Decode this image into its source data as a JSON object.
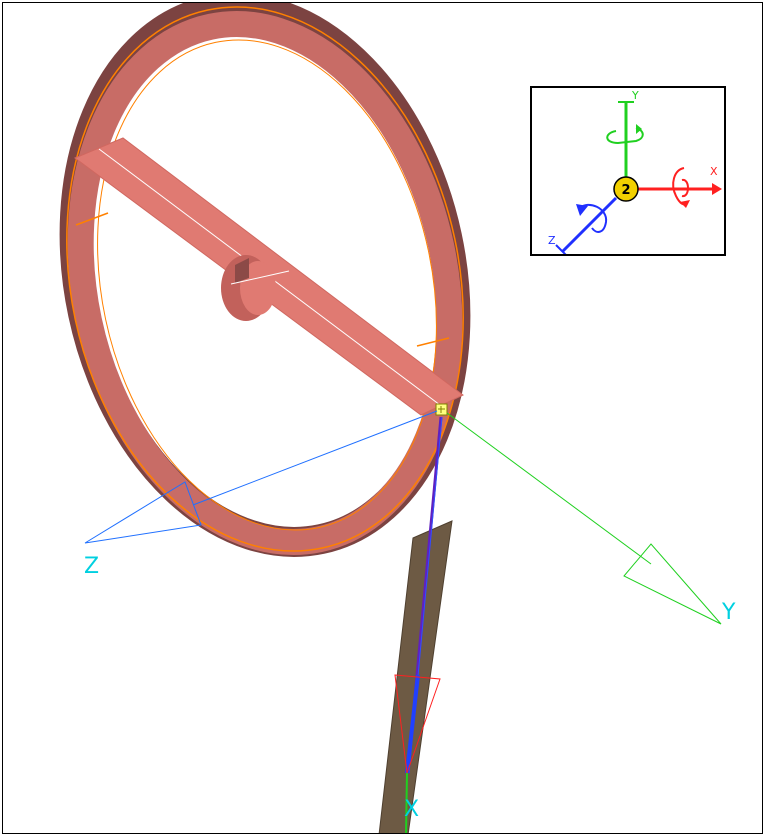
{
  "viewport": {
    "axis_labels": {
      "x": "X",
      "y": "Y",
      "z": "Z"
    }
  },
  "triad": {
    "badge": "2",
    "labels": {
      "x": "X",
      "y": "Y",
      "z": "Z"
    }
  },
  "colors": {
    "part_face": "#e07a72",
    "part_shade": "#8c4a47",
    "edge": "#ff8000",
    "post": "#6d5a44",
    "x_axis": "#ff2020",
    "y_axis": "#20d020",
    "z_axis": "#2060ff",
    "label_cyan": "#00d0e0",
    "selection": "#3030ff",
    "badge": "#f2d000"
  }
}
